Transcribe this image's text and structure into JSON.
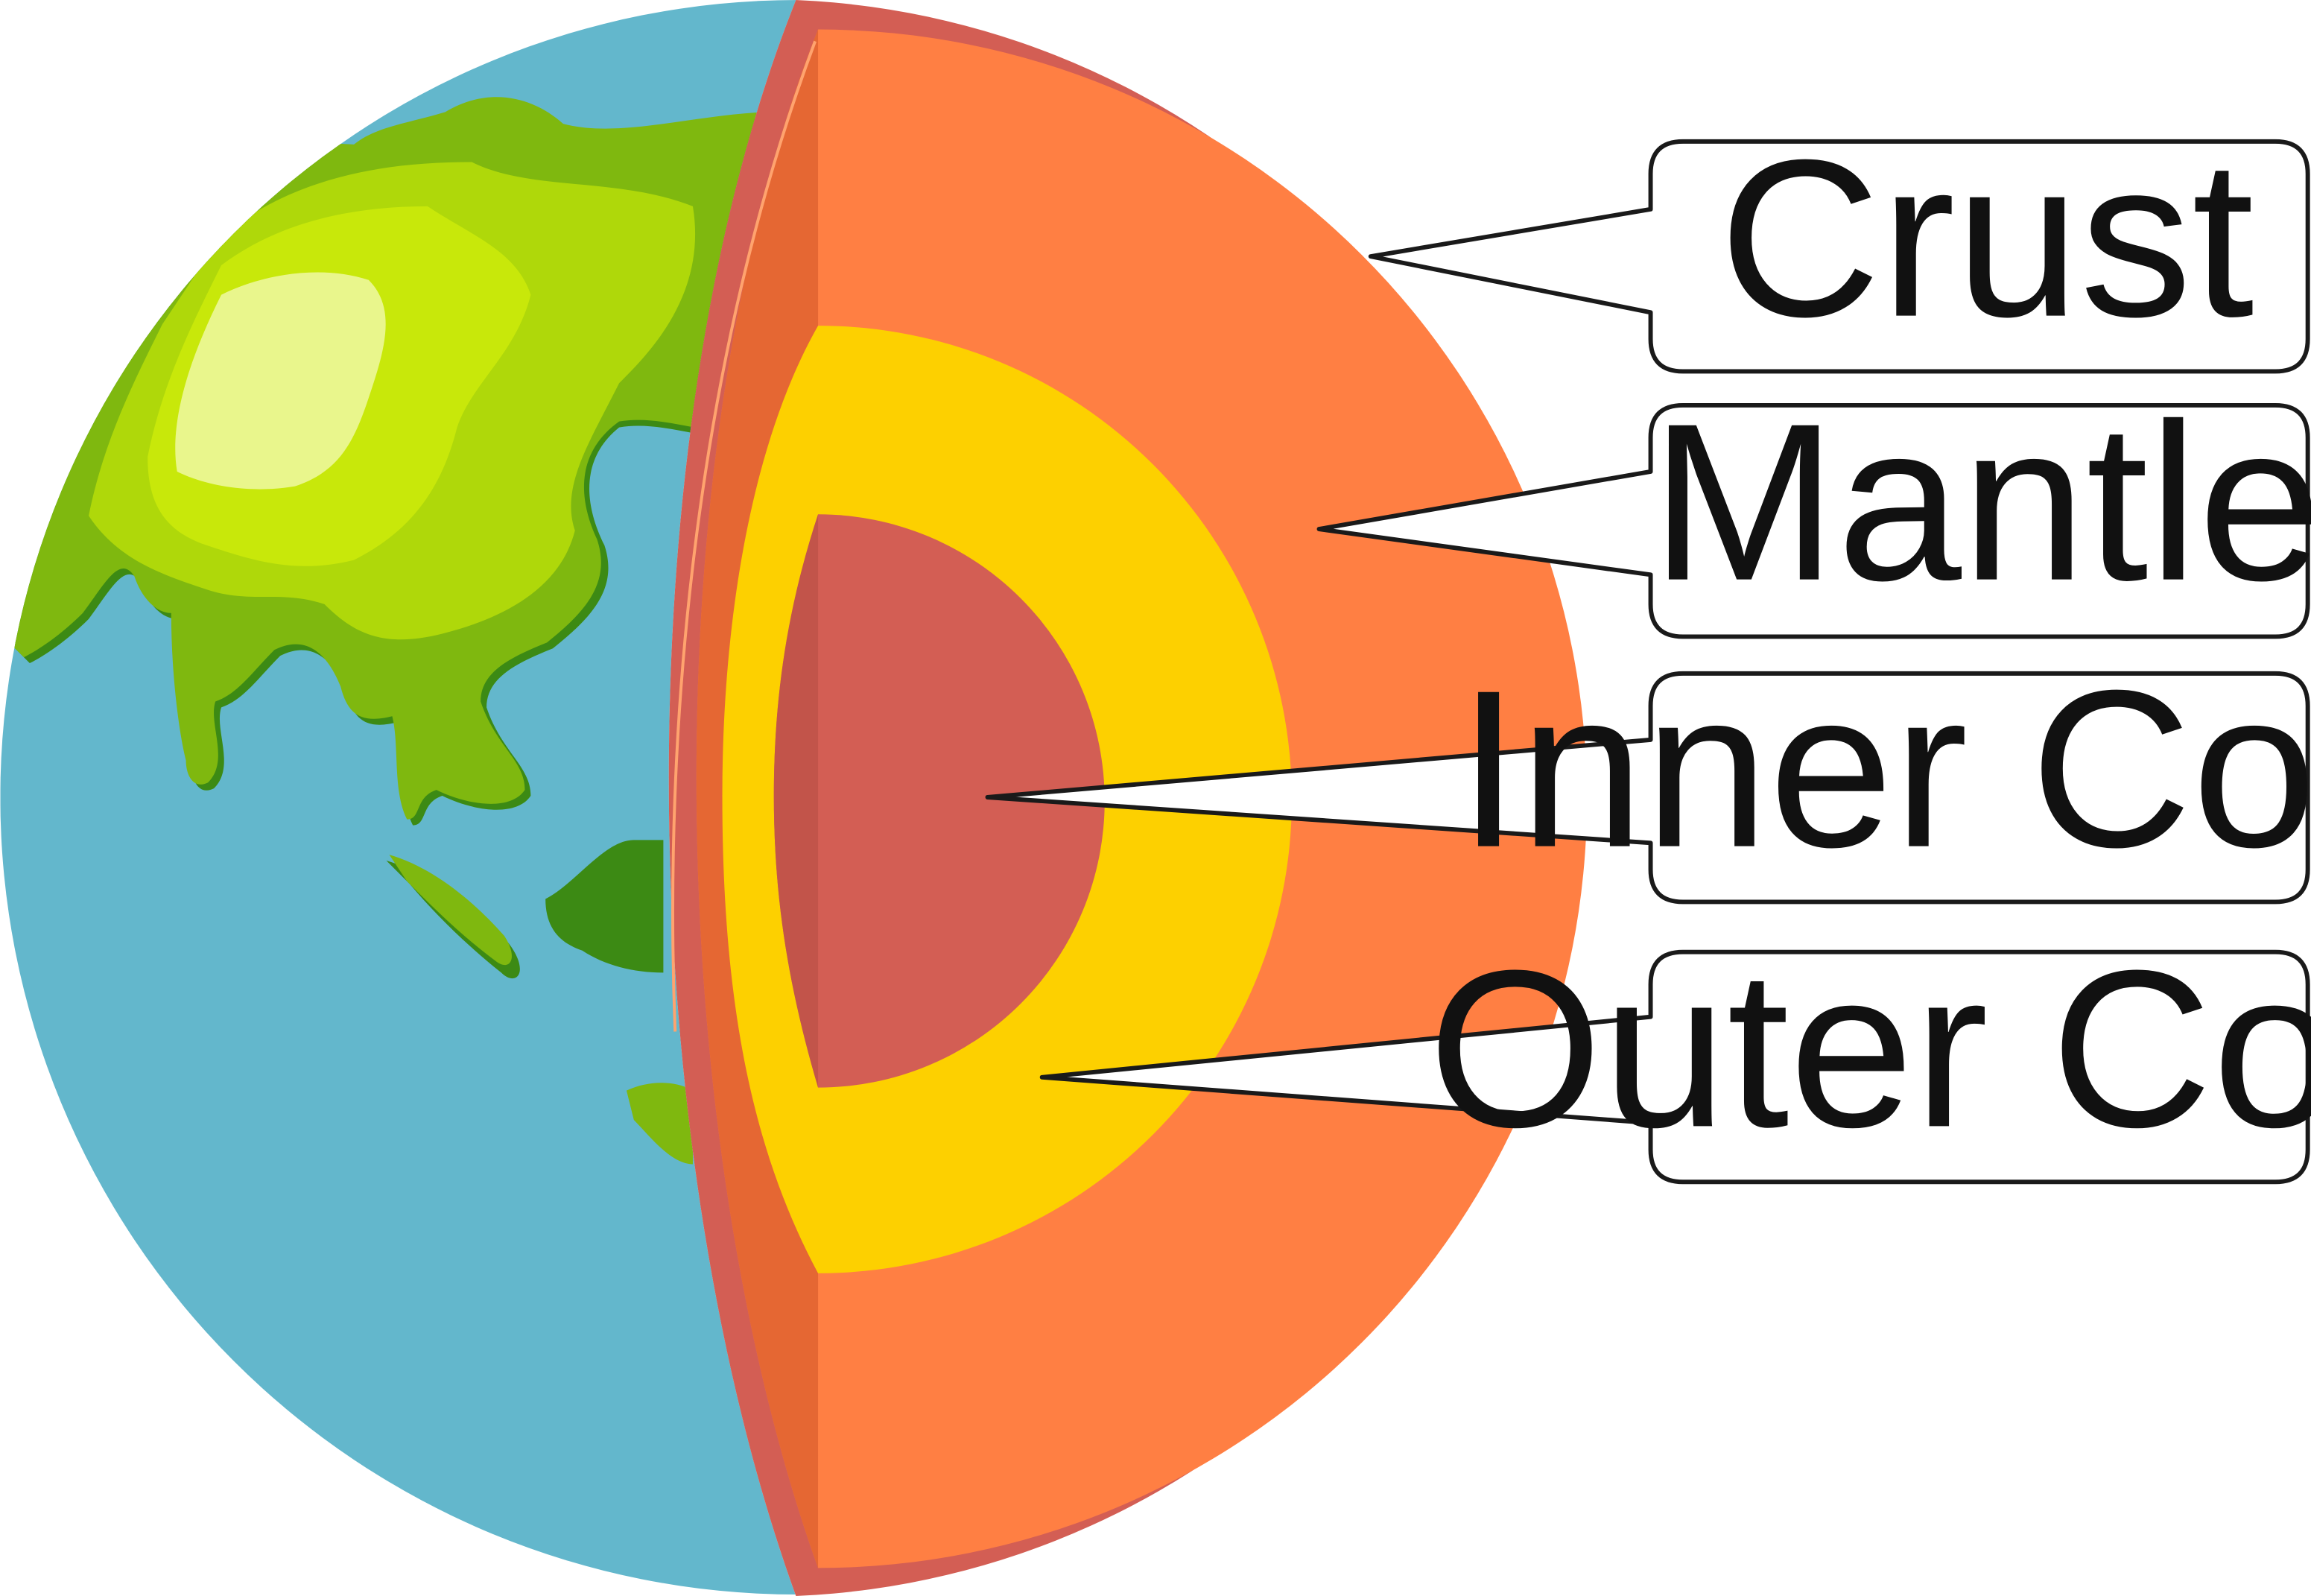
{
  "labels": {
    "crust": "Crust",
    "mantle": "Mantle",
    "inner_core": "Inner Core",
    "outer_core": "Outer Core"
  },
  "colors": {
    "ocean": "#63b7cc",
    "land_dark": "#3c8a14",
    "land": "#7fb80f",
    "land_light": "#afd80a",
    "land_lighter": "#c8e80a",
    "land_highlight": "#e9f68c",
    "crust": "#d35e54",
    "mantle": "#ff7f43",
    "mantle_shadow": "#e56733",
    "outer_core": "#fdd000",
    "inner_core": "#d35e54",
    "inner_core_shadow": "#c2544a",
    "callout_border": "#1a1a1a",
    "callout_fill": "#ffffff"
  }
}
